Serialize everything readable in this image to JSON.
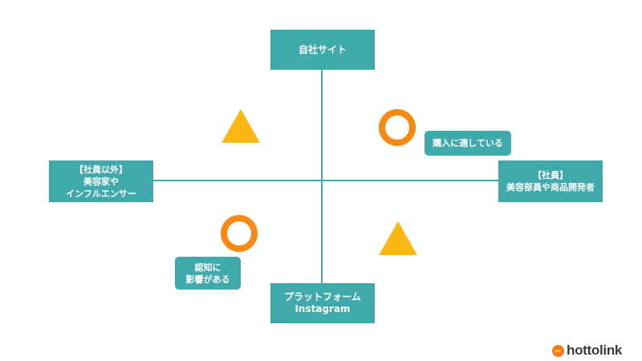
{
  "axes": {
    "top": "自社サイト",
    "bottom_line1": "プラットフォーム",
    "bottom_line2": "Instagram",
    "left_line1": "【社員以外】",
    "left_line2": "美容家や",
    "left_line3": "インフルエンサー",
    "right_line1": "【社員】",
    "right_line2": "美容部員や商品開発者"
  },
  "notes": {
    "right": "購入に適している",
    "left_line1": "認知に",
    "left_line2": "影響がある"
  },
  "markers": {
    "circle_color": "#f68a12",
    "triangle_color": "#fdb714",
    "shapes": [
      "circle",
      "triangle",
      "circle",
      "triangle"
    ]
  },
  "colors": {
    "node": "#3fa9ac"
  },
  "logo": {
    "text": "hottolink"
  }
}
